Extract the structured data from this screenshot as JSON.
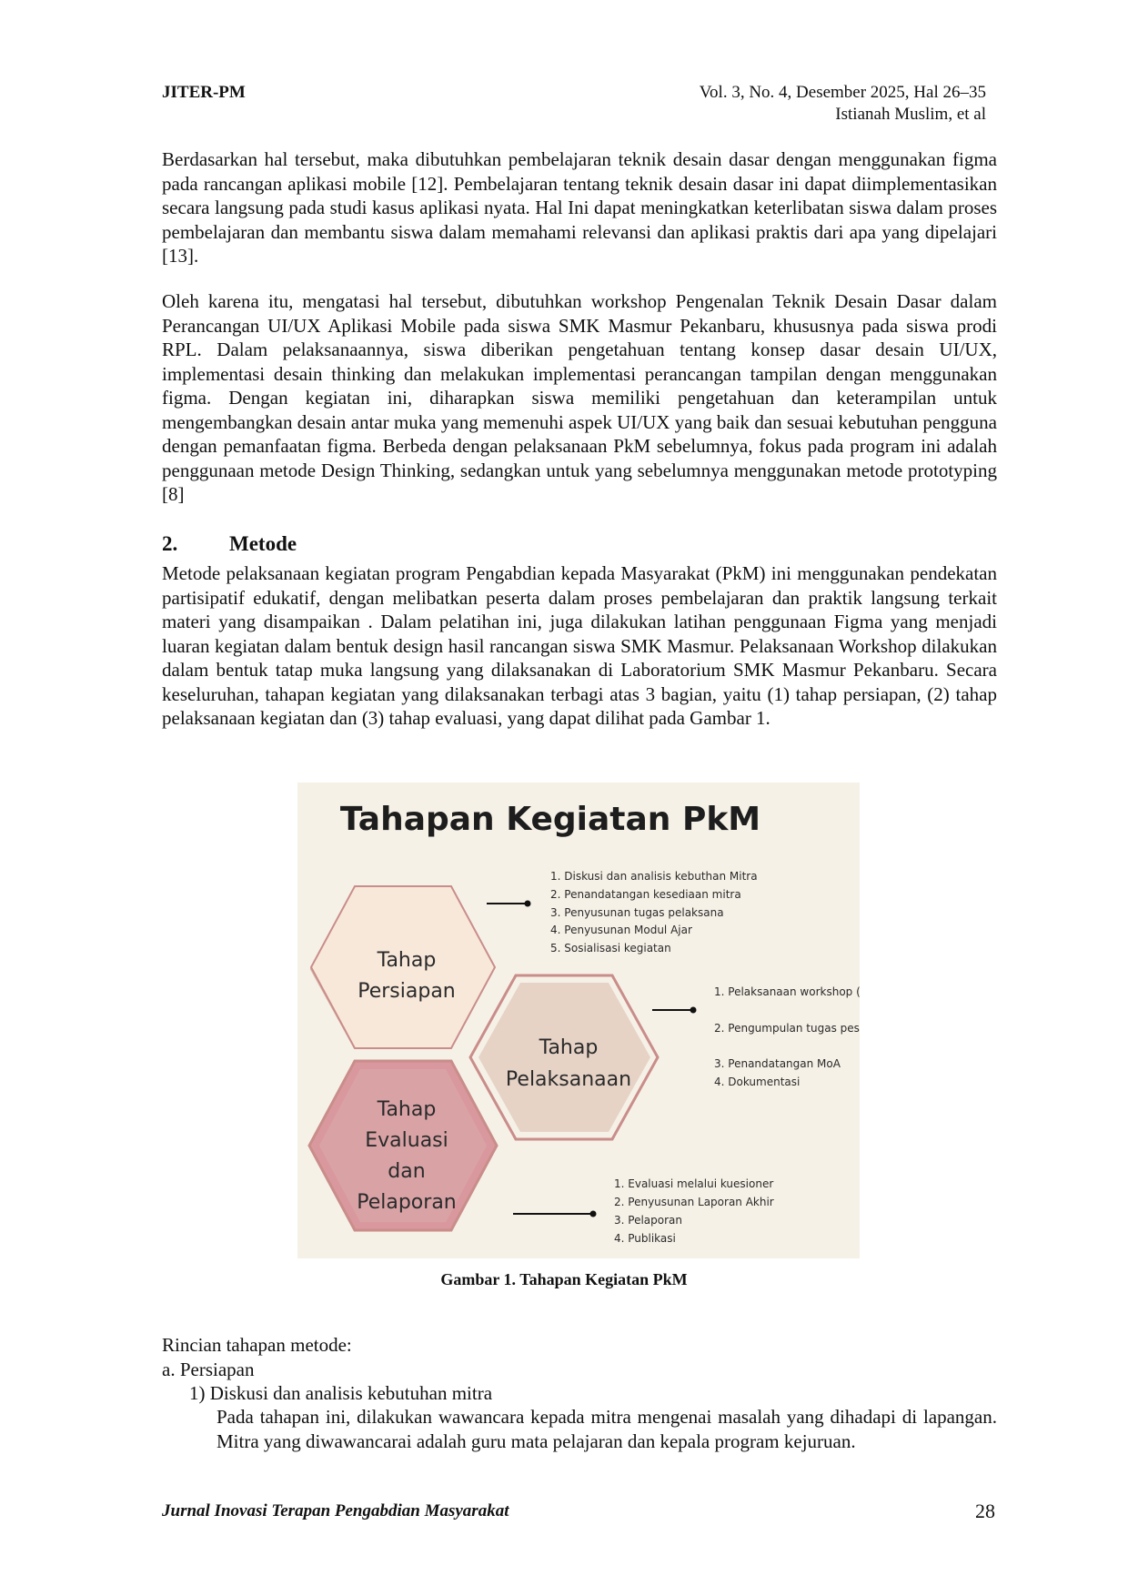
{
  "header": {
    "journal_abbr": "JITER-PM",
    "volume_info": "Vol. 3, No. 4, Desember 2025, Hal 26–35",
    "authors": "Istianah Muslim, et al"
  },
  "paragraphs": [
    "Berdasarkan hal tersebut, maka dibutuhkan pembelajaran teknik desain dasar dengan menggunakan figma pada rancangan aplikasi mobile [12]. Pembelajaran tentang teknik desain dasar ini dapat diimplementasikan secara langsung pada studi kasus aplikasi nyata. Hal Ini dapat meningkatkan keterlibatan siswa dalam proses pembelajaran dan membantu siswa dalam memahami relevansi dan aplikasi praktis dari apa yang dipelajari [13].",
    "Oleh karena itu, mengatasi hal tersebut, dibutuhkan workshop Pengenalan Teknik Desain Dasar dalam Perancangan UI/UX Aplikasi Mobile pada siswa SMK Masmur Pekanbaru, khususnya pada siswa prodi RPL. Dalam pelaksanaannya, siswa diberikan pengetahuan tentang konsep dasar desain UI/UX, implementasi desain thinking dan melakukan implementasi perancangan tampilan dengan menggunakan figma. Dengan kegiatan ini, diharapkan siswa memiliki pengetahuan dan keterampilan untuk mengembangkan desain antar muka yang memenuhi aspek UI/UX yang baik dan sesuai kebutuhan pengguna dengan pemanfaatan figma. Berbeda dengan pelaksanaan PkM sebelumnya, fokus pada program ini adalah penggunaan metode Design Thinking, sedangkan untuk yang sebelumnya menggunakan metode prototyping [8]",
    "Metode pelaksanaan kegiatan program Pengabdian kepada Masyarakat (PkM) ini menggunakan pendekatan partisipatif edukatif, dengan melibatkan peserta dalam proses pembelajaran dan praktik langsung terkait materi yang disampaikan . Dalam pelatihan ini, juga dilakukan latihan penggunaan Figma yang menjadi luaran kegiatan dalam bentuk design hasil rancangan siswa SMK Masmur. Pelaksanaan Workshop dilakukan dalam bentuk tatap muka langsung yang dilaksanakan di Laboratorium SMK Masmur Pekanbaru. Secara keseluruhan, tahapan kegiatan yang dilaksanakan terbagi atas 3 bagian, yaitu (1) tahap persiapan, (2) tahap pelaksanaan kegiatan dan (3) tahap evaluasi, yang dapat dilihat pada Gambar 1."
  ],
  "section": {
    "number": "2.",
    "title": "Metode"
  },
  "figure": {
    "title": "Tahapan Kegiatan PkM",
    "stages": [
      {
        "label_lines": [
          "Tahap",
          "Persiapan"
        ],
        "items": [
          "Diskusi dan analisis kebuthan Mitra",
          "Penandatangan kesediaan mitra",
          "Penyusunan tugas pelaksana",
          "Penyusunan Modul Ajar",
          "Sosialisasi kegiatan"
        ]
      },
      {
        "label_lines": [
          "Tahap",
          "Pelaksanaan"
        ],
        "items": [
          "Pelaksanaan workshop (teori dan praktik)",
          "Pengumpulan tugas peserta",
          "Penandatangan MoA",
          "Dokumentasi"
        ]
      },
      {
        "label_lines": [
          "Tahap",
          "Evaluasi",
          "dan",
          "Pelaporan"
        ],
        "items": [
          "Evaluasi melalui kuesioner",
          "Penyusunan Laporan Akhir",
          "Pelaporan",
          "Publikasi"
        ]
      }
    ],
    "colors": {
      "background": "#f6f1e7",
      "stage1_fill": "#f8e8da",
      "stage2_fill": "#e6d3c6",
      "stage3_fill": "#d9989d",
      "outline": "#c98d8a"
    },
    "caption": "Gambar 1. Tahapan Kegiatan PkM"
  },
  "details": {
    "intro": "Rincian tahapan metode:",
    "sub_a": "a.  Persiapan",
    "item_1": "1)  Diskusi dan analisis kebutuhan mitra",
    "item_1_body": "Pada tahapan ini, dilakukan wawancara kepada mitra mengenai masalah yang dihadapi di lapangan. Mitra yang diwawancarai adalah guru mata pelajaran dan kepala program kejuruan."
  },
  "footer": {
    "journal_name": "Jurnal Inovasi Terapan Pengabdian Masyarakat",
    "page_number": "28"
  }
}
